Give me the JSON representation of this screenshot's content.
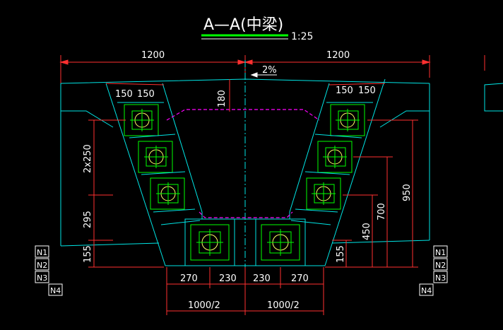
{
  "drawing": {
    "title": "A—A(中梁)",
    "scale": "1:25",
    "slope": "2%"
  },
  "dimensions": {
    "top_left_width": "1200",
    "top_right_width": "1200",
    "web_left_a": "150",
    "web_left_b": "150",
    "web_right_a": "150",
    "web_right_b": "150",
    "top_slab": "180",
    "left_spacing": "2x250",
    "left_295": "295",
    "left_155": "155",
    "right_950": "950",
    "right_700": "700",
    "right_450": "450",
    "right_155": "155",
    "bottom_270_left": "270",
    "bottom_230_left": "230",
    "bottom_230_right": "230",
    "bottom_270_right": "270",
    "half_left": "1000/2",
    "half_right": "1000/2"
  },
  "tables": {
    "left": [
      "N1",
      "N2",
      "N3",
      "N4"
    ],
    "right": [
      "N1",
      "N2",
      "N3",
      "N4"
    ]
  },
  "colors": {
    "outline": "#00e5e5",
    "dimension": "#ff0000",
    "anchor": "#00ff00",
    "anchor_circle": "#ffff66",
    "haunch": "#ff00ff",
    "title_underline": "#00ff00"
  }
}
